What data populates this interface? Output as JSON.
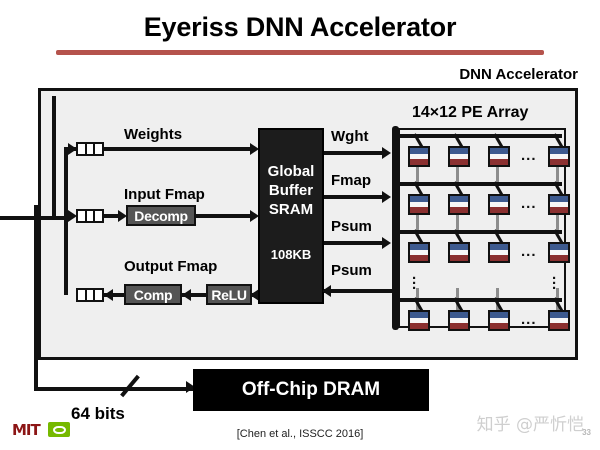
{
  "slide": {
    "title": "Eyeriss DNN Accelerator",
    "page_number": "33",
    "citation": "[Chen et al., ISSCC 2016]",
    "accent_color": "#b5534c"
  },
  "accelerator": {
    "label": "DNN Accelerator",
    "datapaths": [
      {
        "name": "weights",
        "label": "Weights"
      },
      {
        "name": "input-fmap",
        "label": "Input Fmap"
      },
      {
        "name": "output-fmap",
        "label": "Output Fmap"
      }
    ],
    "blocks": [
      {
        "name": "decomp",
        "label": "Decomp"
      },
      {
        "name": "comp",
        "label": "Comp"
      },
      {
        "name": "relu",
        "label": "ReLU"
      }
    ],
    "global_buffer": {
      "line1": "Global",
      "line2": "Buffer",
      "line3": "SRAM",
      "capacity": "108KB"
    },
    "bus_labels": [
      {
        "name": "wght",
        "label": "Wght",
        "direction": "out"
      },
      {
        "name": "fmap",
        "label": "Fmap",
        "direction": "out"
      },
      {
        "name": "psum-out",
        "label": "Psum",
        "direction": "out"
      },
      {
        "name": "psum-in",
        "label": "Psum",
        "direction": "in"
      }
    ],
    "pe_array": {
      "title": "14×12 PE Array",
      "rows": 4,
      "cols_shown": 4,
      "ellipsis_h": "...",
      "ellipsis_v": "⋮",
      "pe_colors": {
        "top": "#3d5a8f",
        "middle": "#f7f7f7",
        "bottom": "#8b3030"
      }
    }
  },
  "memory": {
    "dram_label": "Off-Chip DRAM",
    "bus_width": "64 bits"
  },
  "footer": {
    "mit_logo": "mit-logo",
    "nvidia_logo": "nvidia-logo",
    "watermark": "知乎 @严忻恺"
  }
}
